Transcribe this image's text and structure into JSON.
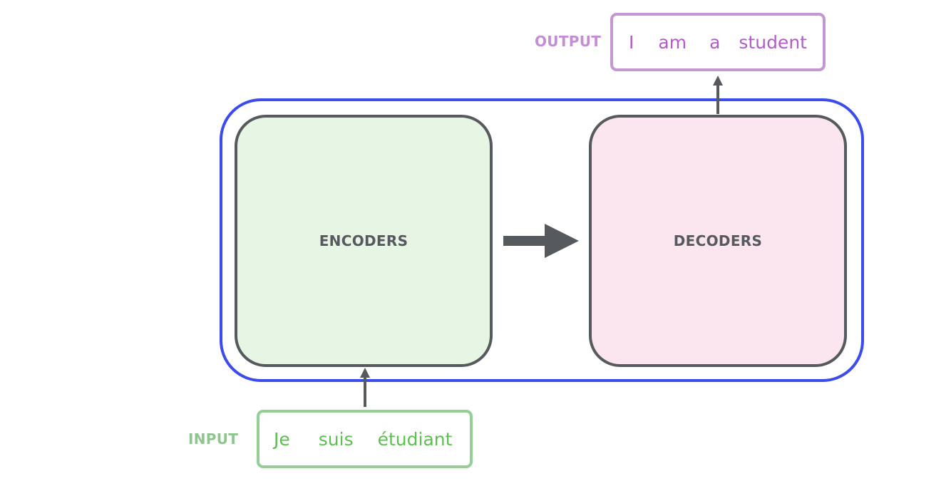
{
  "blocks": {
    "encoders_label": "ENCODERS",
    "decoders_label": "DECODERS"
  },
  "input": {
    "label": "INPUT",
    "words": [
      "Je",
      "suis",
      "étudiant"
    ]
  },
  "output": {
    "label": "OUTPUT",
    "words": [
      "I",
      "am",
      "a",
      "student"
    ]
  },
  "colors": {
    "outer_border": "#3b4bec",
    "block_border": "#56595d",
    "encoder_fill": "#e6f5e4",
    "decoder_fill": "#fbe5ef",
    "input_text": "#5cbf4f",
    "input_border": "#95cf95",
    "output_text": "#b35bc8",
    "output_border": "#c397d2",
    "arrow": "#56595d"
  }
}
